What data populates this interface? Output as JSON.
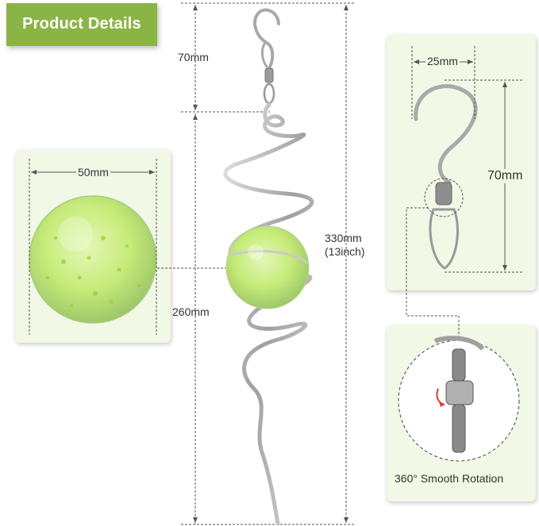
{
  "banner": {
    "title": "Product Details"
  },
  "dimensions": {
    "hook_length": "70mm",
    "spiral_length": "260mm",
    "total_length": "330mm",
    "total_length_inch": "(13inch)",
    "ball_diameter": "50mm",
    "hook_width": "25mm",
    "hook_detail_length": "70mm"
  },
  "swivel_panel": {
    "caption": "360° Smooth Rotation"
  },
  "colors": {
    "banner": "#8ab446",
    "panel": "#f1f8e6",
    "glass": "#c7ec7a",
    "metal": "#b8b8b8"
  }
}
